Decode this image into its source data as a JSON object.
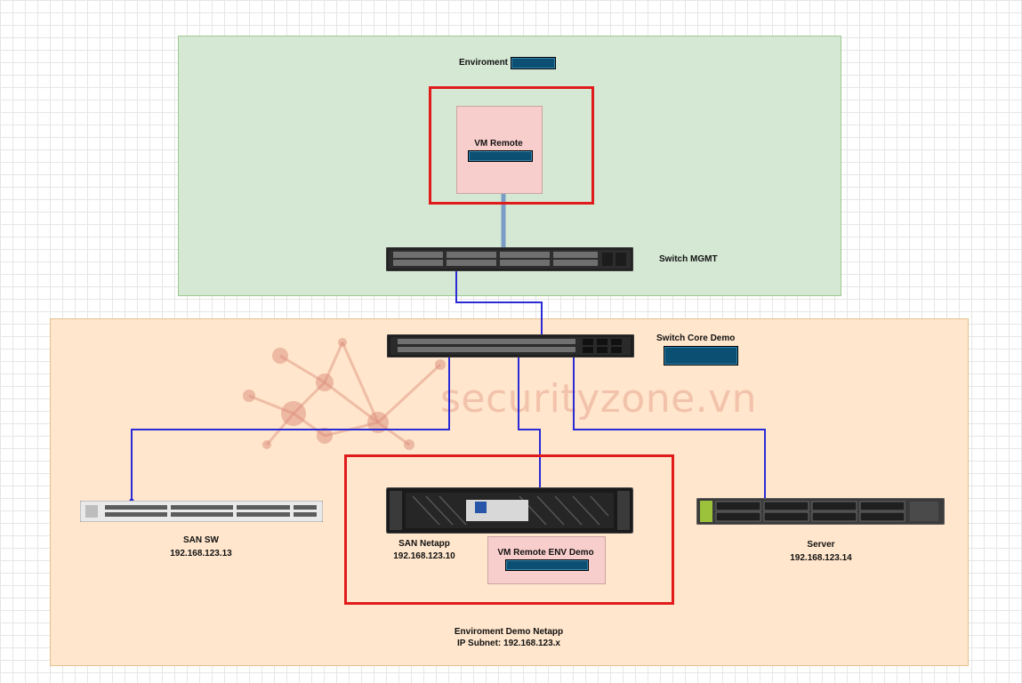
{
  "mgmt_zone": {
    "title": "Enviroment"
  },
  "vm_remote": {
    "title": "VM Remote"
  },
  "switch_mgmt": {
    "label": "Switch MGMT"
  },
  "switch_core": {
    "label": "Switch Core Demo"
  },
  "san_sw": {
    "name": "SAN SW",
    "ip": "192.168.123.13"
  },
  "san_netapp": {
    "name": "SAN Netapp",
    "ip": "192.168.123.10"
  },
  "vm_remote_env": {
    "title": "VM Remote ENV Demo"
  },
  "server": {
    "name": "Server",
    "ip": "192.168.123.14"
  },
  "demo_zone": {
    "title": "Enviroment Demo Netapp",
    "subnet": "IP Subnet: 192.168.123.x"
  },
  "watermark": {
    "text": "securityzone.vn"
  },
  "colors": {
    "mgmt_zone_fill": "#d5e8d4",
    "demo_zone_fill": "#ffe6cc",
    "vm_box_fill": "#f8cecc",
    "highlight_frame": "#e01b1b",
    "link_line": "#2a2ad6",
    "redaction": "#0b4f73"
  },
  "icons": [
    "switch-mgmt-icon",
    "switch-core-icon",
    "san-switch-icon",
    "netapp-storage-icon",
    "server-icon",
    "network-graph-watermark-icon"
  ]
}
